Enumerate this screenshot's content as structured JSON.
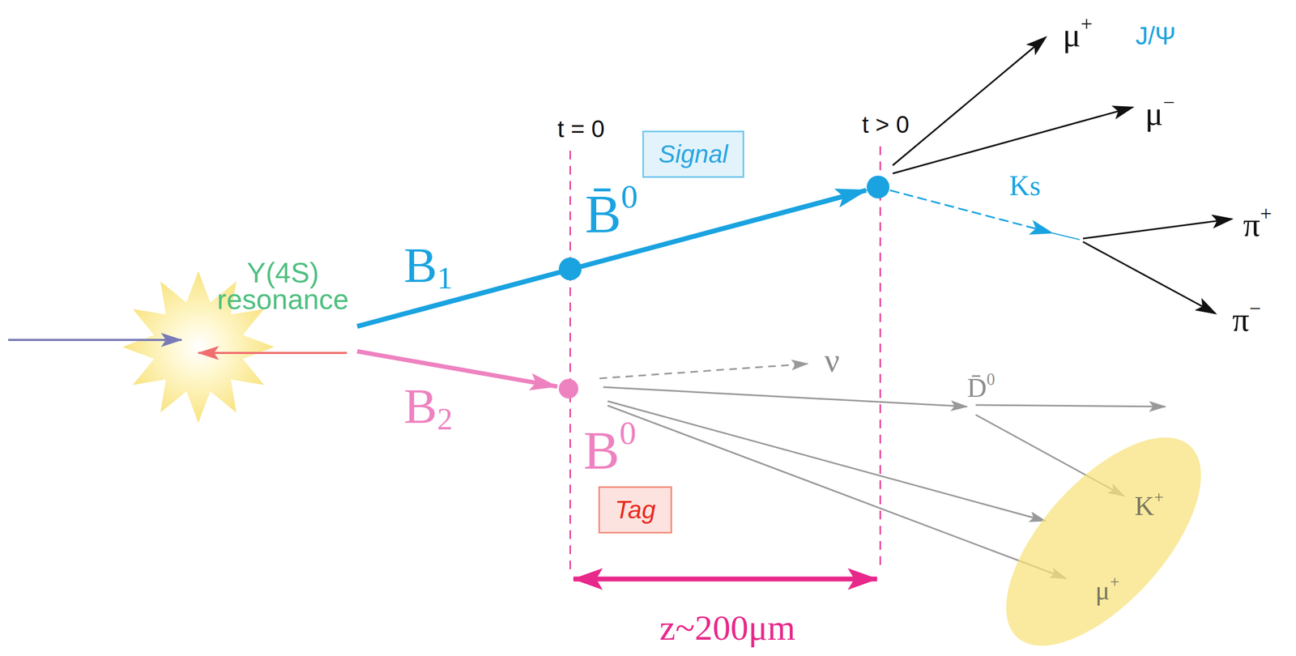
{
  "diagram": {
    "nodes": [
      {
        "text": [
          "Signal"
        ]
      },
      {
        "text": [
          "Tag"
        ]
      },
      {
        "text": [
          "K+",
          "μ+"
        ]
      }
    ],
    "labels": [
      "Y(4S) resonance",
      "B1",
      "B̄0",
      "t = 0",
      "t > 0",
      "B2",
      "B0",
      "μ+",
      "J/Ψ",
      "μ−",
      "Ks",
      "π+",
      "π−",
      "ν",
      "D̄0",
      "z~200μm"
    ]
  }
}
